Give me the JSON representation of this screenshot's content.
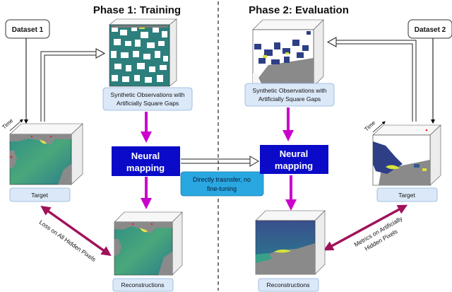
{
  "diagram": {
    "phase1": {
      "title": "Phase 1: Training",
      "dataset": "Dataset 1",
      "obs_label": [
        "Synthetic Observations with",
        "Artificially Square Gaps"
      ],
      "neural": [
        "Neural",
        "mapping"
      ],
      "target": "Target",
      "reconstructions": "Reconstructions",
      "loss_label": [
        "Loss on All Hidden Pixels"
      ],
      "time_label": "Time"
    },
    "phase2": {
      "title": "Phase 2: Evaluation",
      "dataset": "Dataset 2",
      "obs_label": [
        "Synthetic Observations with",
        "Artificially Square Gaps"
      ],
      "neural": [
        "Neural",
        "mapping"
      ],
      "target": "Target",
      "reconstructions": "Reconstructions",
      "metrics_label": [
        "Metrics on Artificially",
        "Hidden Pixels"
      ],
      "time_label": "Time"
    },
    "transfer_label": [
      "Directly trasnsfer, no",
      "fine-tuning"
    ],
    "colors": {
      "magenta": "#cc00cc",
      "maroon": "#a0125a",
      "neural_fill": "#0a0ac8",
      "label_fill": "#dbe8f8",
      "transfer_fill": "#29a7e0",
      "ocean_teal": "#2b8a8a",
      "land_gray": "#8a8a8a"
    }
  }
}
